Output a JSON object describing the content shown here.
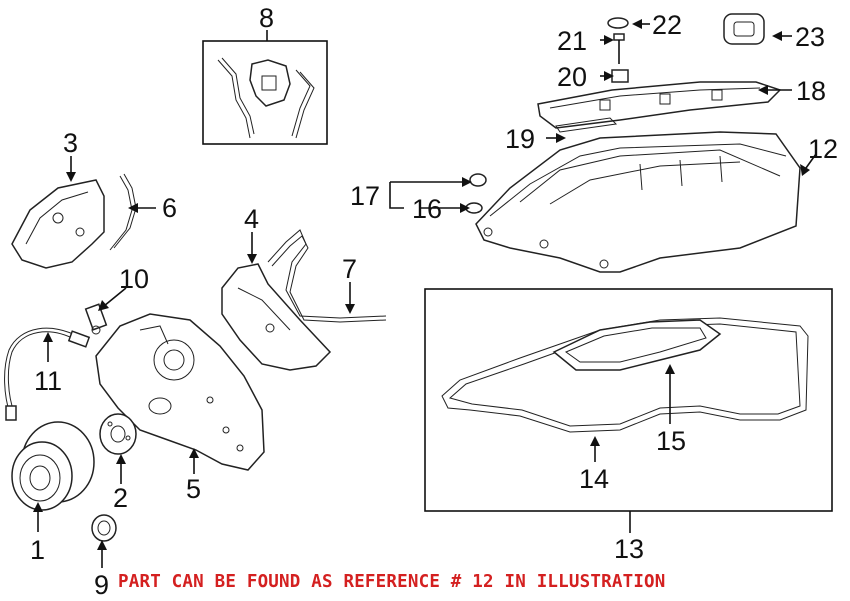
{
  "callouts": {
    "c1": "1",
    "c2": "2",
    "c3": "3",
    "c4": "4",
    "c5": "5",
    "c6": "6",
    "c7": "7",
    "c8": "8",
    "c9": "9",
    "c10": "10",
    "c11": "11",
    "c12": "12",
    "c13": "13",
    "c14": "14",
    "c15": "15",
    "c16": "16",
    "c17": "17",
    "c18": "18",
    "c19": "19",
    "c20": "20",
    "c21": "21",
    "c22": "22",
    "c23": "23"
  },
  "note": "PART CAN BE FOUND AS REFERENCE # 12 IN ILLUSTRATION",
  "colors": {
    "note": "#d42020",
    "line": "#111111"
  }
}
